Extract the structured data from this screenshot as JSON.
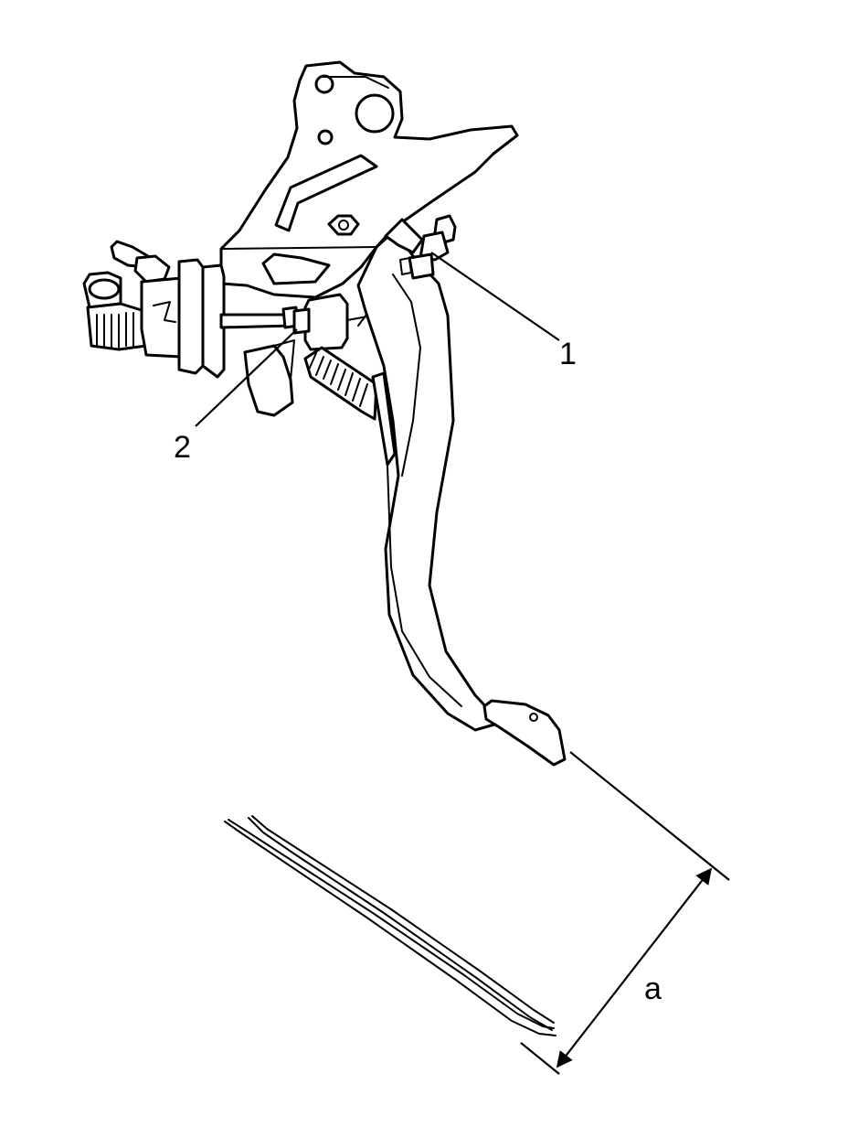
{
  "callouts": {
    "adjuster_nut": "1",
    "switch_nut": "2",
    "pedal_height": "a"
  },
  "colors": {
    "line": "#000000",
    "background": "#ffffff"
  }
}
